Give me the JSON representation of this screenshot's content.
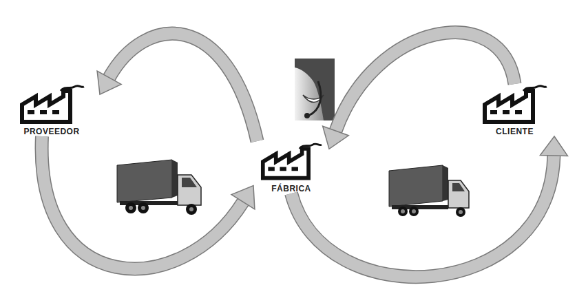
{
  "diagram": {
    "nodes": [
      {
        "text": [
          "PROVEEDOR"
        ]
      },
      {
        "text": [
          "FÁBRICA"
        ]
      },
      {
        "text": [
          "CLIENTE"
        ]
      }
    ],
    "edges": [
      {
        "from": 1,
        "to": 0,
        "arrow": "to"
      },
      {
        "from": 2,
        "to": 1,
        "arrow": "to"
      },
      {
        "from": 0,
        "to": 1,
        "arrow": "to"
      },
      {
        "from": 1,
        "to": 2,
        "arrow": "to"
      }
    ]
  }
}
